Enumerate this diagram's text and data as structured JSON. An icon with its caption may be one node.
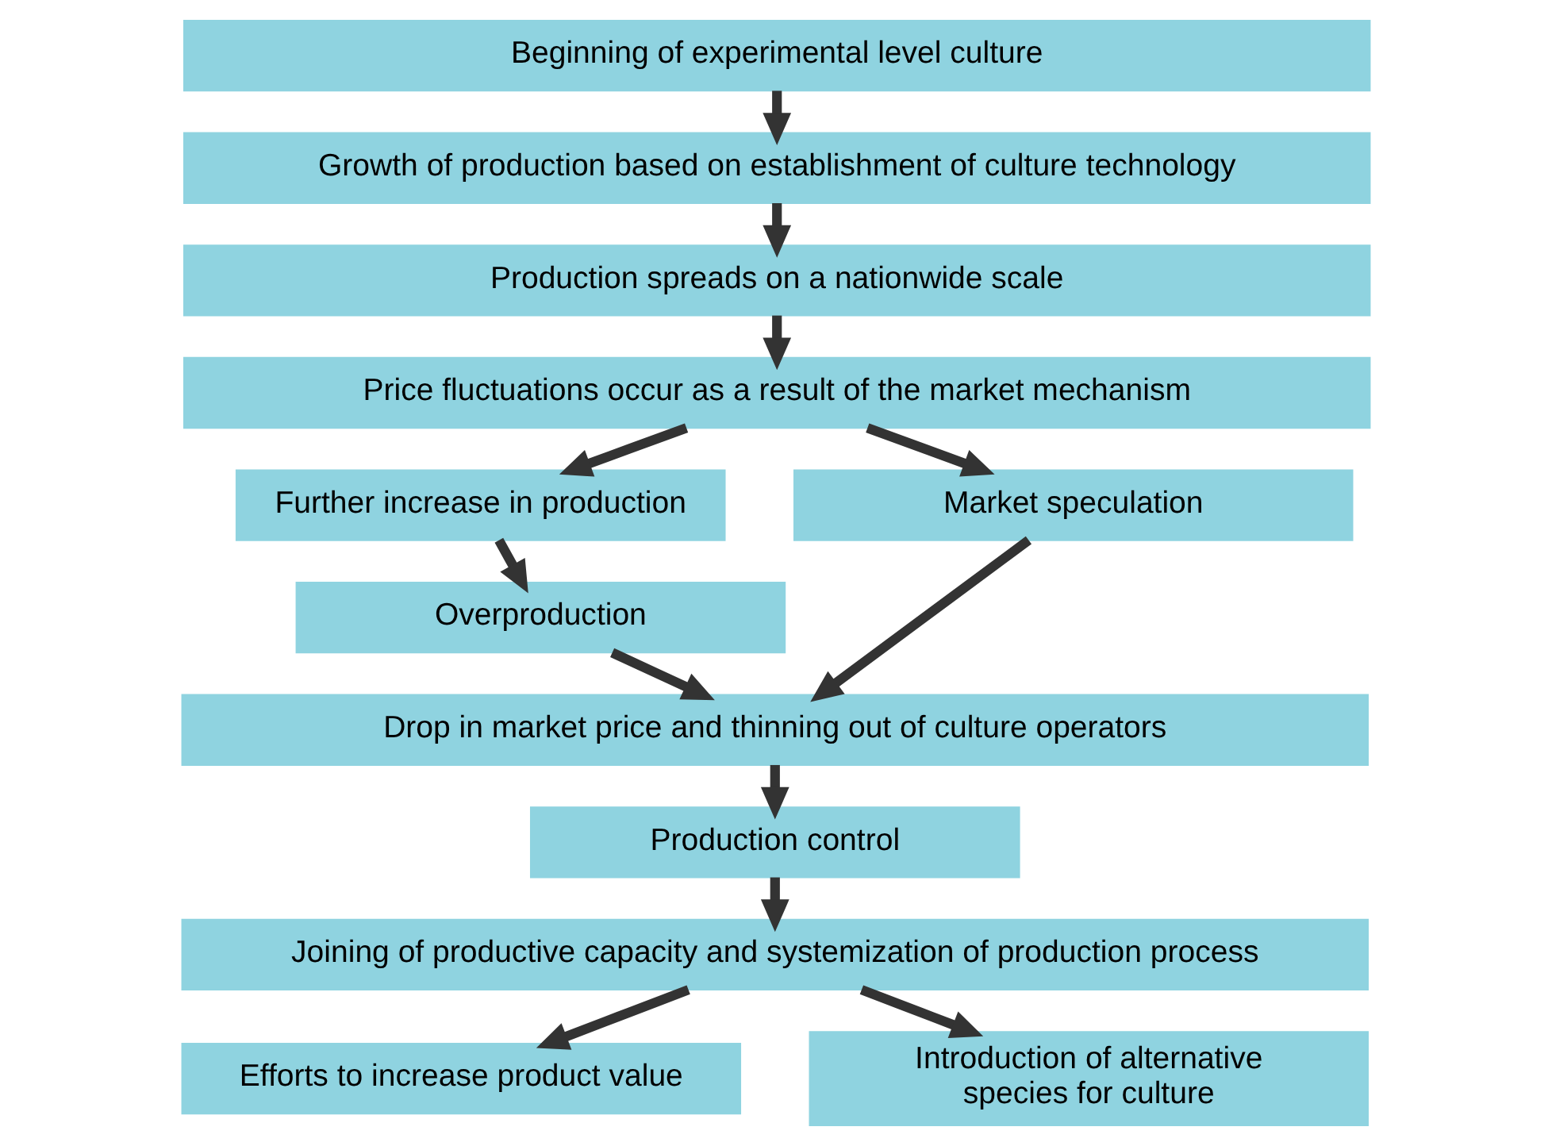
{
  "diagram": {
    "nodes": [
      {
        "text": [
          "Beginning of experimental level culture"
        ]
      },
      {
        "text": [
          "Growth of production based on establishment of culture technology"
        ]
      },
      {
        "text": [
          "Production spreads on a nationwide scale"
        ]
      },
      {
        "text": [
          "Price fluctuations occur as a result of the market mechanism"
        ]
      },
      {
        "text": [
          "Further increase in production"
        ]
      },
      {
        "text": [
          "Market speculation"
        ]
      },
      {
        "text": [
          "Overproduction"
        ]
      },
      {
        "text": [
          "Drop in market price and thinning out of culture operators"
        ]
      },
      {
        "text": [
          "Production control"
        ]
      },
      {
        "text": [
          "Joining of productive capacity and systemization of production process"
        ]
      },
      {
        "text": [
          "Efforts to increase product value"
        ]
      },
      {
        "text": [
          "Introduction of alternative species for culture"
        ]
      }
    ],
    "edges": [
      {
        "from": 0,
        "to": 1,
        "arrow": "to"
      },
      {
        "from": 1,
        "to": 2,
        "arrow": "to"
      },
      {
        "from": 2,
        "to": 3,
        "arrow": "to"
      },
      {
        "from": 3,
        "to": 4,
        "arrow": "to"
      },
      {
        "from": 3,
        "to": 5,
        "arrow": "to"
      },
      {
        "from": 4,
        "to": 6,
        "arrow": "to"
      },
      {
        "from": 5,
        "to": 7,
        "arrow": "to"
      },
      {
        "from": 6,
        "to": 7,
        "arrow": "to"
      },
      {
        "from": 7,
        "to": 8,
        "arrow": "to"
      },
      {
        "from": 8,
        "to": 9,
        "arrow": "to"
      },
      {
        "from": 9,
        "to": 10,
        "arrow": "to"
      },
      {
        "from": 9,
        "to": 11,
        "arrow": "to"
      }
    ]
  }
}
